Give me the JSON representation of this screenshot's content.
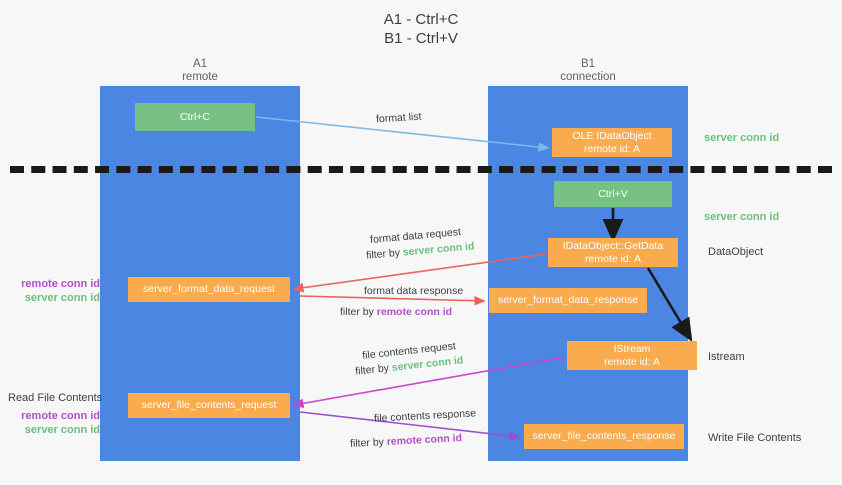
{
  "title": {
    "line1": "A1 - Ctrl+C",
    "line2": "B1 - Ctrl+V"
  },
  "columns": [
    {
      "name": "A1",
      "sub": "remote"
    },
    {
      "name": "B1",
      "sub": "connection"
    }
  ],
  "boxes": {
    "ctrl_c": {
      "label": "Ctrl+C",
      "color": "#76c183"
    },
    "ctrl_v": {
      "label": "Ctrl+V",
      "color": "#76c183"
    },
    "idataobject": {
      "line1": "OLE IDataObject",
      "line2": "remote id: A",
      "color": "#f9ab4e"
    },
    "getdata": {
      "line1": "IDataObject::GetData",
      "line2": "remote id: A",
      "color": "#f9ab4e"
    },
    "istream": {
      "line1": "IStream",
      "line2": "remote id: A",
      "color": "#f9ab4e"
    },
    "server_format_data_request": {
      "label": "server_format_data_request",
      "color": "#f9ab4e"
    },
    "server_format_data_response": {
      "label": "server_format_data_response",
      "color": "#f9ab4e"
    },
    "server_file_contents_request": {
      "label": "server_file_contents_request",
      "color": "#f9ab4e"
    },
    "server_file_contents_response": {
      "label": "server_file_contents_response",
      "color": "#f9ab4e"
    }
  },
  "edges": {
    "format_list": {
      "label": "format list"
    },
    "format_data_request": {
      "label": "format data request",
      "filter_prefix": "filter by ",
      "filter_value": "server conn id"
    },
    "format_data_response": {
      "label": "format data response",
      "filter_prefix": "filter by ",
      "filter_value": "remote conn id"
    },
    "file_contents_request": {
      "label": "file contents request",
      "filter_prefix": "filter by ",
      "filter_value": "server conn id"
    },
    "file_contents_response": {
      "label": "file contents response",
      "filter_prefix": "filter by ",
      "filter_value": "remote conn id"
    }
  },
  "annotations": {
    "right_server_conn_1": "server conn id",
    "right_server_conn_2": "server conn id",
    "right_dataobject": "DataObject",
    "right_istream": "Istream",
    "right_write_file_contents": "Write File Contents",
    "left_read_file_contents": "Read File Contents",
    "left_remote_conn_1": "remote conn id",
    "left_server_conn_1": "server conn id",
    "left_remote_conn_2": "remote conn id",
    "left_server_conn_2": "server conn id"
  },
  "colors": {
    "lane": "#4a86e2",
    "green": "#76c183",
    "orange": "#f9ab4e",
    "green_text": "#6dbf7d",
    "purple_text": "#b34ecb",
    "blue_arrow": "#7fb8e8",
    "red_arrow": "#e8645c",
    "magenta_arrow": "#cc44cc",
    "purple_arrow": "#9b4fd0",
    "black": "#1a1a1a",
    "background": "#f7f7f7"
  }
}
